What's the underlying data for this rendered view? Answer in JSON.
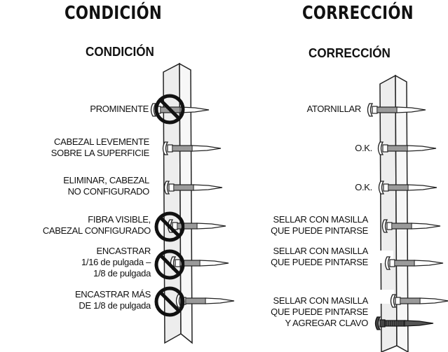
{
  "condition": {
    "heading": "CONDICIÓN",
    "subheading": "CONDICIÓN",
    "labels": [
      [
        "PROMINENTE"
      ],
      [
        "CABEZAL LEVEMENTE",
        "SOBRE LA SUPERFICIE"
      ],
      [
        "ELIMINAR, CABEZAL",
        "NO CONFIGURADO"
      ],
      [
        "FIBRA VISIBLE,",
        "CABEZAL CONFIGURADO"
      ],
      [
        "ENCASTRAR",
        "1/16 de pulgada –",
        "1/8 de pulgada"
      ],
      [
        "ENCASTRAR MÁS",
        "DE 1/8 de pulgada"
      ]
    ]
  },
  "correction": {
    "heading": "CORRECCIÓN",
    "subheading": "CORRECCIÓN",
    "labels": [
      [
        "ATORNILLAR"
      ],
      [
        "O.K."
      ],
      [
        "O.K."
      ],
      [
        "SELLAR CON MASILLA",
        "QUE PUEDE PINTARSE"
      ],
      [
        "SELLAR CON MASILLA",
        "QUE PUEDE PINTARSE"
      ],
      [
        "SELLAR CON MASILLA",
        "QUE PUEDE PINTARSE",
        "Y AGREGAR CLAVO"
      ]
    ]
  },
  "icons": {
    "no_symbol": "prohibited-circle-icon",
    "screw": "drywall-screw-icon"
  }
}
